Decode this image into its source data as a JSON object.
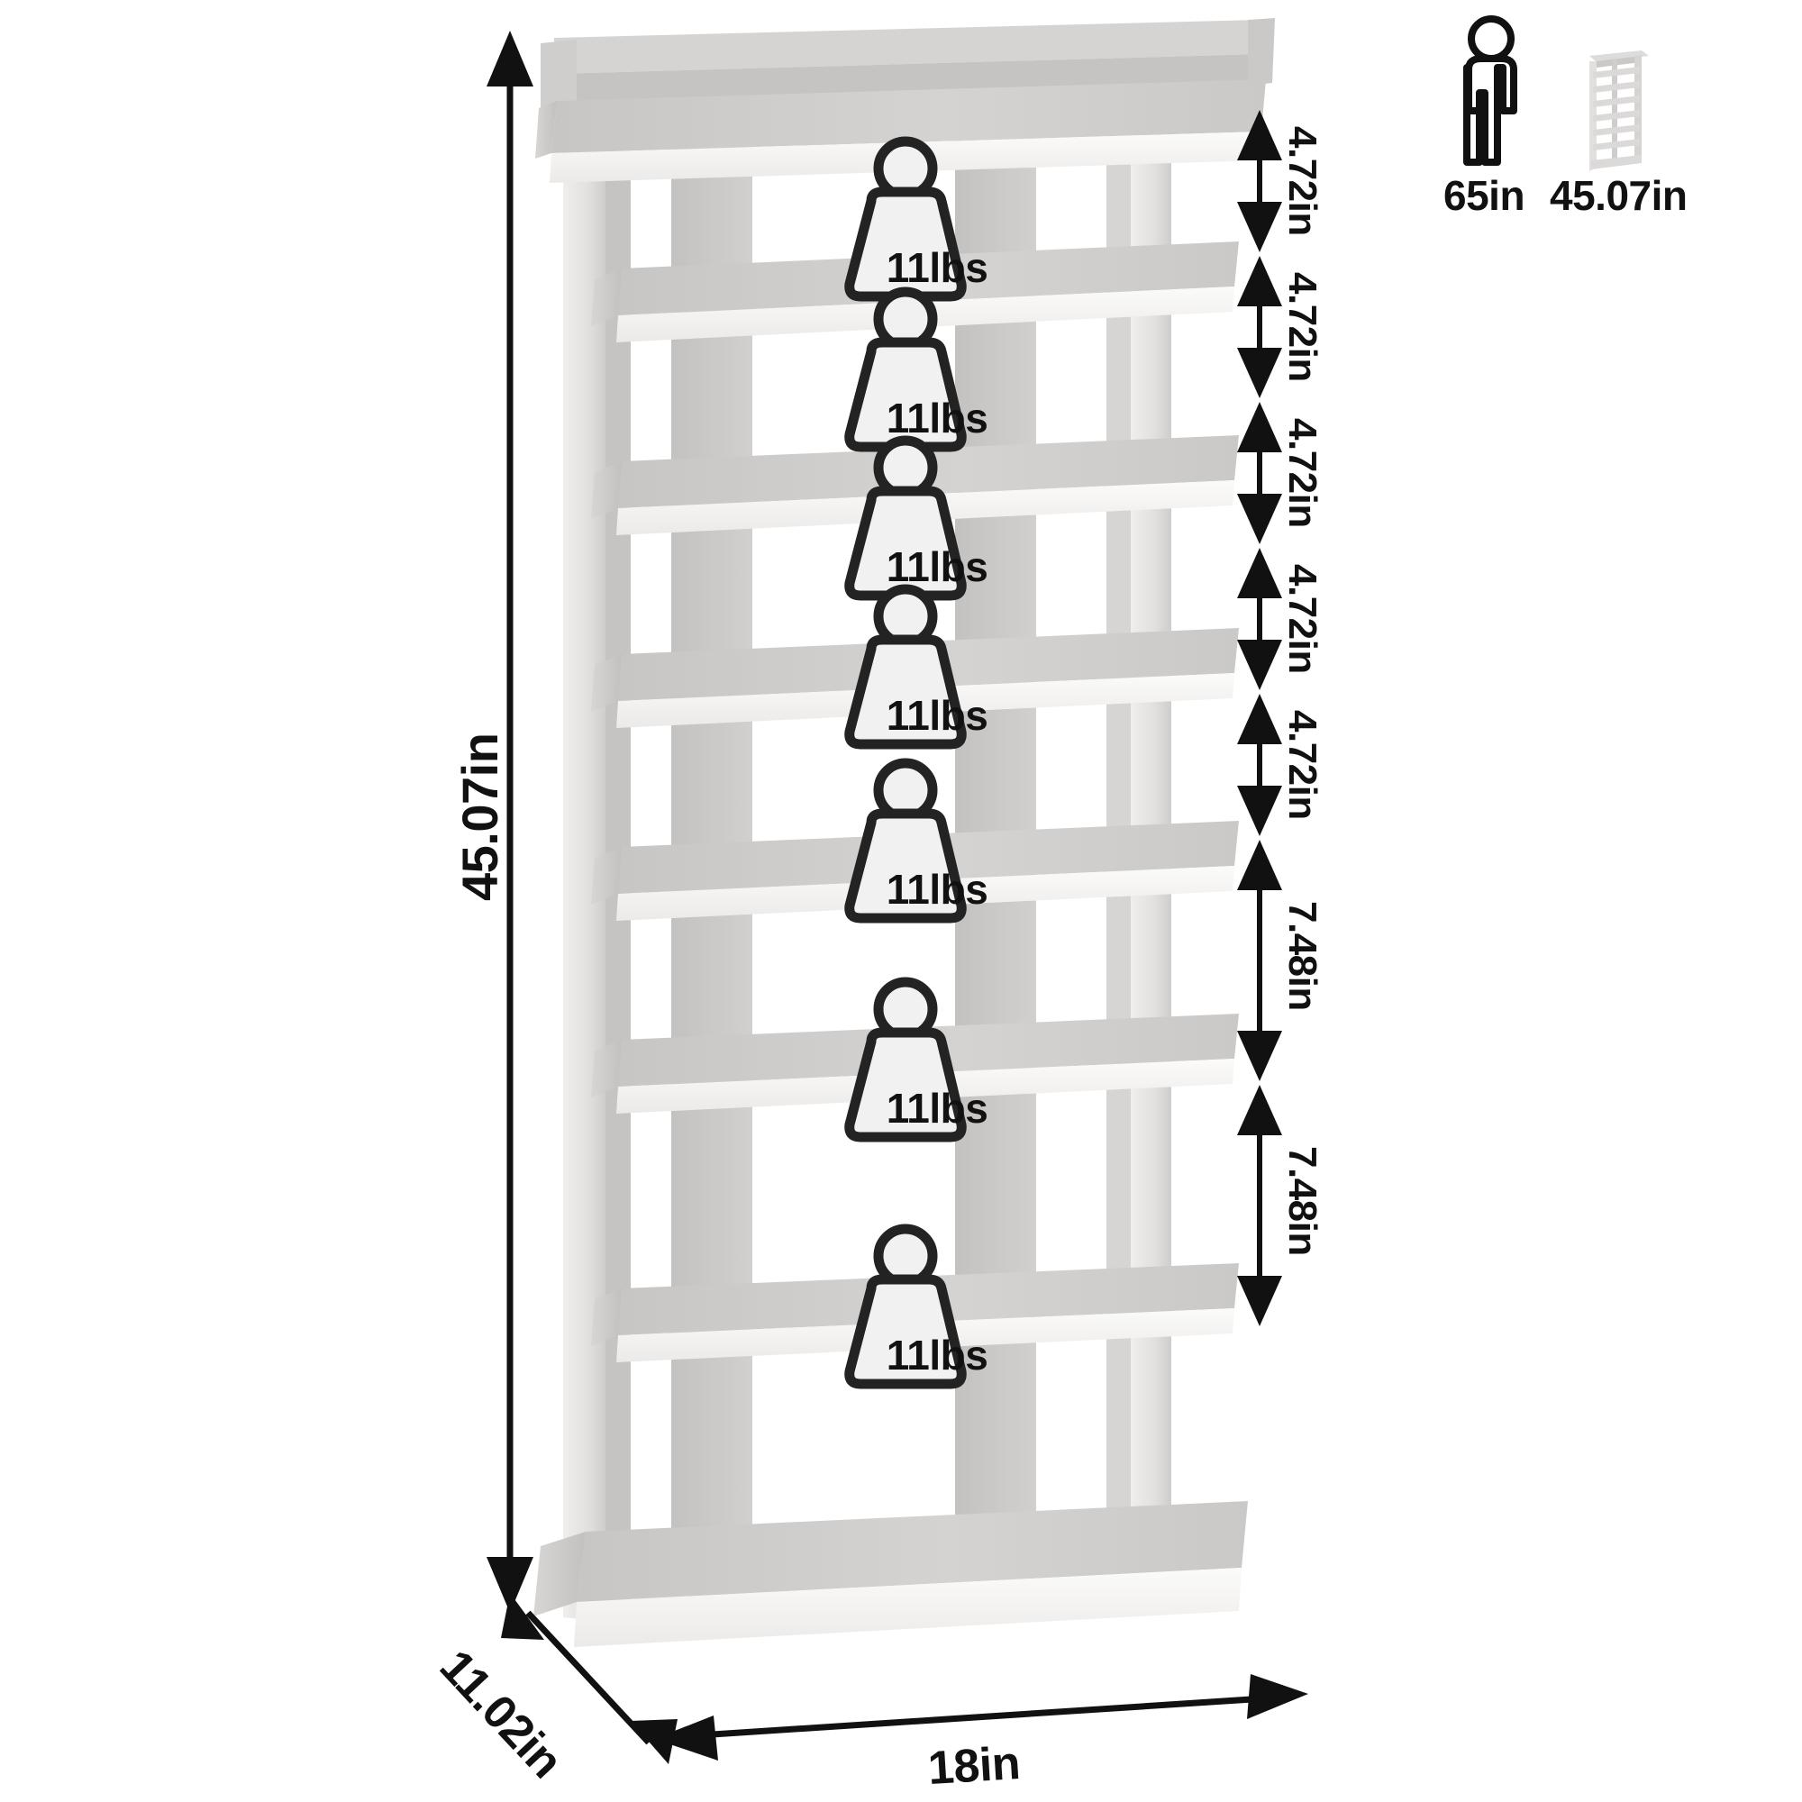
{
  "product": {
    "type": "8-tier vertical shoe rack / shelf",
    "overall_height": "45.07in",
    "overall_width": "18in",
    "overall_depth": "11.02in"
  },
  "dimensions": {
    "height_label": "45.07in",
    "width_label": "18in",
    "depth_label": "11.02in",
    "segments": [
      {
        "label": "4.72in"
      },
      {
        "label": "4.72in"
      },
      {
        "label": "4.72in"
      },
      {
        "label": "4.72in"
      },
      {
        "label": "4.72in"
      },
      {
        "label": "7.48in"
      },
      {
        "label": "7.48in"
      }
    ]
  },
  "weights": {
    "per_shelf_label": "11lbs",
    "badges": [
      {
        "label": "11lbs"
      },
      {
        "label": "11lbs"
      },
      {
        "label": "11lbs"
      },
      {
        "label": "11lbs"
      },
      {
        "label": "11lbs"
      },
      {
        "label": "11lbs"
      },
      {
        "label": "11lbs"
      }
    ]
  },
  "legend": {
    "person": {
      "icon": "person-icon",
      "label": "65in"
    },
    "product": {
      "icon": "shelf-icon",
      "label": "45.07in"
    }
  },
  "colors": {
    "line": "#111111",
    "shelf_top": "#cfcdcb",
    "shelf_front": "#f4f3f2",
    "shelf_side": "#d9d7d5",
    "post": "#e9e8e6",
    "post_dark": "#c9c7c5",
    "back_panel": "#cbc9c7",
    "badge_fill": "#f1f1f1",
    "badge_stroke": "#222222",
    "background": "#ffffff"
  }
}
